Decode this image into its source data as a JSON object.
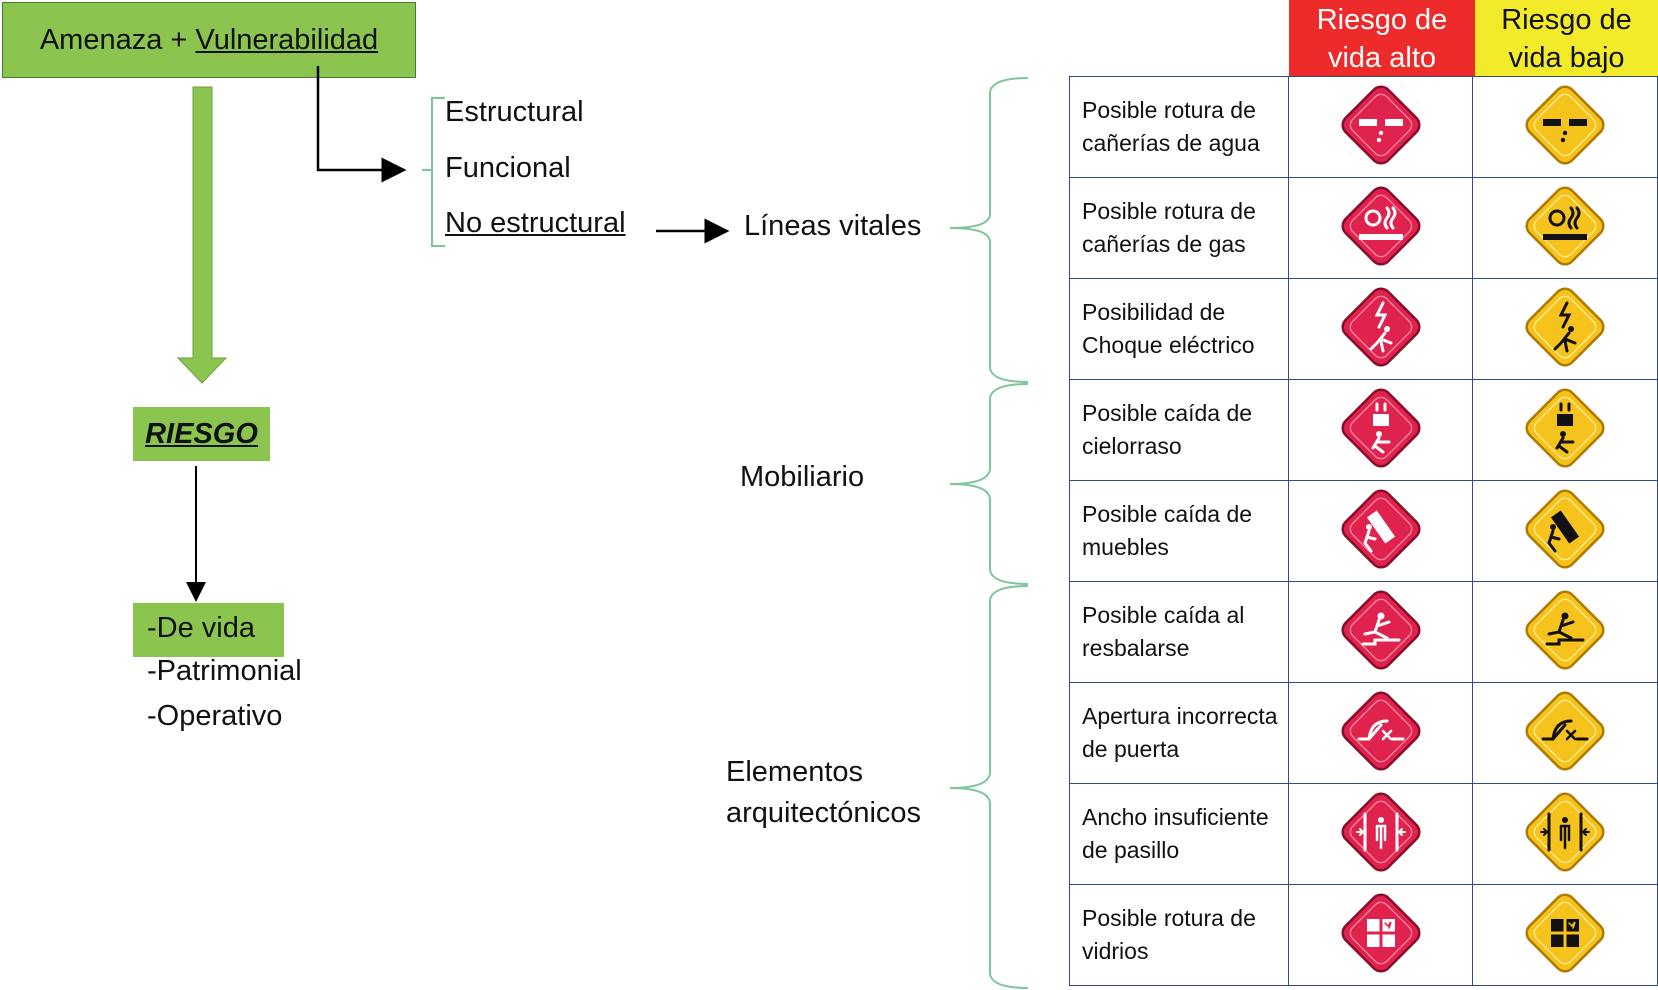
{
  "top_box": {
    "text_plain": "Amenaza + ",
    "text_underlined": "Vulnerabilidad"
  },
  "vuln_types": [
    "Estructural",
    "Funcional",
    "No estructural"
  ],
  "risk_box": "RIESGO",
  "risk_types": [
    "-De vida",
    "-Patrimonial",
    "-Operativo"
  ],
  "groups": {
    "lineas": "Líneas vitales",
    "mobiliario": "Mobiliario",
    "elementos_1": "Elementos",
    "elementos_2": "arquitectónicos"
  },
  "table": {
    "header_high_1": "Riesgo de",
    "header_high_2": "vida alto",
    "header_low_1": "Riesgo de",
    "header_low_2": "vida bajo",
    "colors": {
      "high": "#ee2b2b",
      "low": "#f3ea2a",
      "icon_high": "#e0234e",
      "icon_low": "#f6c21c"
    },
    "rows": [
      {
        "line1": "Posible rotura de",
        "line2": "cañerías de agua",
        "icon": "water-pipe-break-icon"
      },
      {
        "line1": "Posible rotura de",
        "line2": "cañerías de gas",
        "icon": "gas-pipe-break-icon"
      },
      {
        "line1": "Posibilidad de",
        "line2": "Choque eléctrico",
        "icon": "electric-shock-icon"
      },
      {
        "line1": "Posible caída de",
        "line2": "cielorraso",
        "icon": "ceiling-fall-icon"
      },
      {
        "line1": "Posible caída de",
        "line2": "muebles",
        "icon": "furniture-fall-icon"
      },
      {
        "line1": "Posible caída al",
        "line2": "resbalarse",
        "icon": "slip-fall-icon"
      },
      {
        "line1": "Apertura incorrecta",
        "line2": "de puerta",
        "icon": "door-opening-icon"
      },
      {
        "line1": "Ancho insuficiente",
        "line2": "de pasillo",
        "icon": "narrow-corridor-icon"
      },
      {
        "line1": "Posible rotura de",
        "line2": "vidrios",
        "icon": "glass-break-icon"
      }
    ]
  }
}
